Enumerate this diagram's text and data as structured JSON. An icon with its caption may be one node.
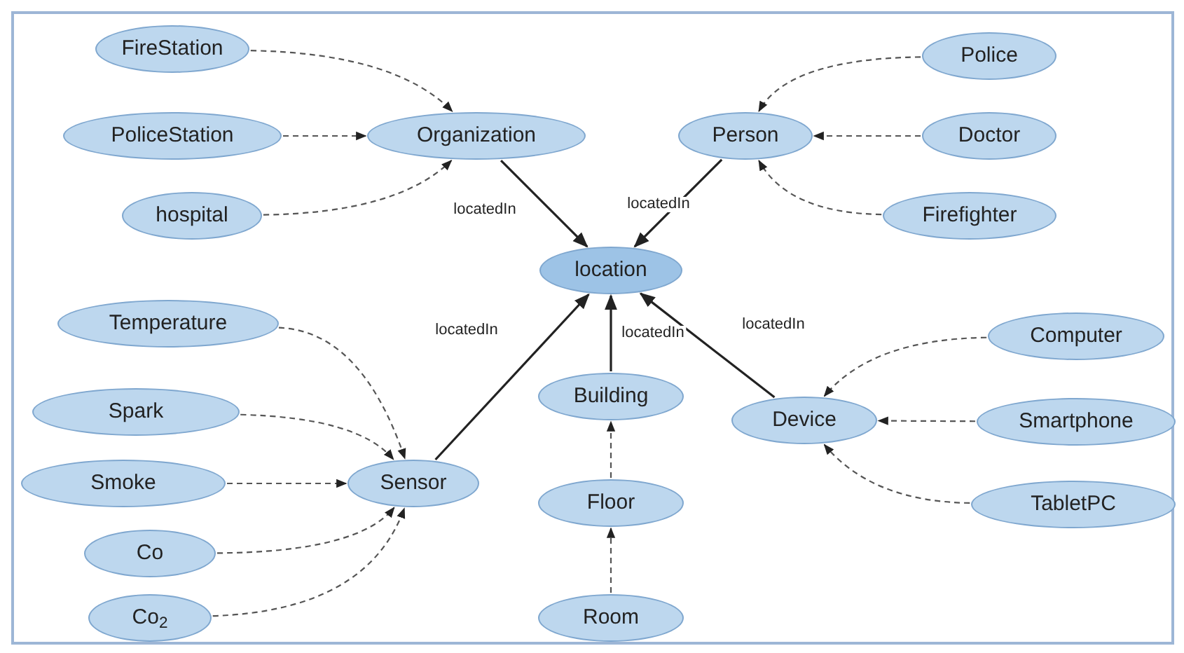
{
  "diagram": {
    "nodes": [
      {
        "text": [
          "FireStation"
        ]
      },
      {
        "text": [
          "PoliceStation"
        ]
      },
      {
        "text": [
          "hospital"
        ]
      },
      {
        "text": [
          "Organization"
        ]
      },
      {
        "text": [
          "Person"
        ]
      },
      {
        "text": [
          "Police"
        ]
      },
      {
        "text": [
          "Doctor"
        ]
      },
      {
        "text": [
          "Firefighter"
        ]
      },
      {
        "text": [
          "location"
        ]
      },
      {
        "text": [
          "Temperature"
        ]
      },
      {
        "text": [
          "Spark"
        ]
      },
      {
        "text": [
          "Smoke"
        ]
      },
      {
        "text": [
          "Sensor"
        ]
      },
      {
        "text": [
          "Co"
        ]
      },
      {
        "text": [
          "Co$_{2}$"
        ]
      },
      {
        "text": [
          "Building"
        ]
      },
      {
        "text": [
          "Floor"
        ]
      },
      {
        "text": [
          "Room"
        ]
      },
      {
        "text": [
          "Device"
        ]
      },
      {
        "text": [
          "Computer"
        ]
      },
      {
        "text": [
          "Smartphone"
        ]
      },
      {
        "text": [
          "TabletPC"
        ]
      }
    ],
    "edges": [
      {
        "from": 0,
        "to": 3,
        "arrow": "to",
        "style": "dashed"
      },
      {
        "from": 1,
        "to": 3,
        "arrow": "to",
        "style": "dashed"
      },
      {
        "from": 2,
        "to": 3,
        "arrow": "to",
        "style": "dashed"
      },
      {
        "from": 5,
        "to": 4,
        "arrow": "to",
        "style": "dashed"
      },
      {
        "from": 6,
        "to": 4,
        "arrow": "to",
        "style": "dashed"
      },
      {
        "from": 7,
        "to": 4,
        "arrow": "to",
        "style": "dashed"
      },
      {
        "from": 3,
        "to": 8,
        "arrow": "to",
        "label": "locatedIn"
      },
      {
        "from": 4,
        "to": 8,
        "arrow": "to",
        "label": "locatedIn"
      },
      {
        "from": 12,
        "to": 8,
        "arrow": "to",
        "label": "locatedIn"
      },
      {
        "from": 15,
        "to": 8,
        "arrow": "to",
        "label": "locatedIn"
      },
      {
        "from": 18,
        "to": 8,
        "arrow": "to",
        "label": "locatedIn"
      },
      {
        "from": 9,
        "to": 12,
        "arrow": "to",
        "style": "dashed"
      },
      {
        "from": 10,
        "to": 12,
        "arrow": "to",
        "style": "dashed"
      },
      {
        "from": 11,
        "to": 12,
        "arrow": "to",
        "style": "dashed"
      },
      {
        "from": 13,
        "to": 12,
        "arrow": "to",
        "style": "dashed"
      },
      {
        "from": 14,
        "to": 12,
        "arrow": "to",
        "style": "dashed"
      },
      {
        "from": 16,
        "to": 15,
        "arrow": "to",
        "style": "dashed"
      },
      {
        "from": 17,
        "to": 16,
        "arrow": "to",
        "style": "dashed"
      },
      {
        "from": 19,
        "to": 18,
        "arrow": "to",
        "style": "dashed"
      },
      {
        "from": 20,
        "to": 18,
        "arrow": "to",
        "style": "dashed"
      },
      {
        "from": 21,
        "to": 18,
        "arrow": "to",
        "style": "dashed"
      }
    ]
  }
}
